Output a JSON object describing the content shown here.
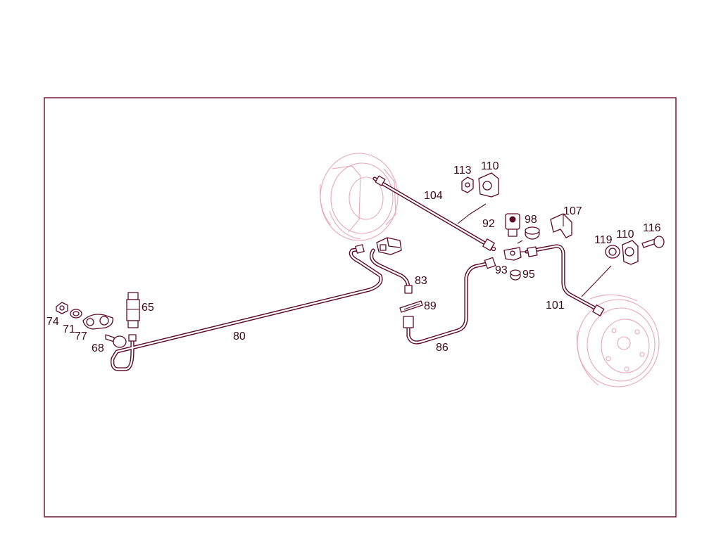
{
  "diagram": {
    "callouts": {
      "c65": "65",
      "c68": "68",
      "c71": "71",
      "c74": "74",
      "c77": "77",
      "c80": "80",
      "c83": "83",
      "c86": "86",
      "c89": "89",
      "c92": "92",
      "c93": "93",
      "c95": "95",
      "c98": "98",
      "c101": "101",
      "c104": "104",
      "c107": "107",
      "c110a": "110",
      "c110b": "110",
      "c113": "113",
      "c116": "116",
      "c119": "119"
    },
    "colors": {
      "line": "#5a0a28",
      "frame": "#6a0a2a",
      "ghost": "#e8a8b8",
      "text": "#3a0818",
      "background": "#ffffff"
    }
  }
}
